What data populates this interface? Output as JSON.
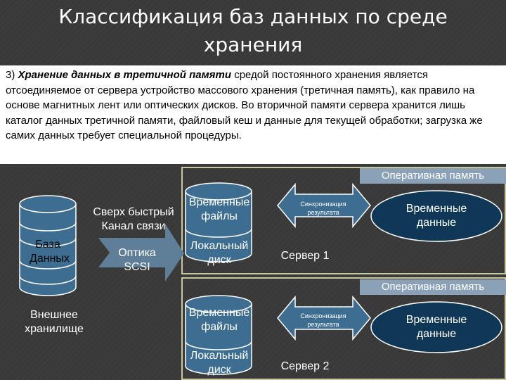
{
  "title": "Классификация баз данных по среде хранения",
  "paragraph": {
    "number": "3)",
    "emphasis": "Хранение данных в третичной памяти",
    "text": "средой постоянного хранения является отсоединяемое от сервера устройство массового хранения (третичная память), как правило на основе магнитных лент или оптических дисков. Во вторичной памяти сервера хранится лишь каталог данных третичной памяти, файловый кеш и данные для текущей обработки; загрузка же самих данных требует специальной процедуры."
  },
  "diagram": {
    "database_label": "База Данных",
    "external_storage_label": "Внешнее хранилище",
    "link_label": "Сверх быстрый Канал связи",
    "optics_label": "Оптика SCSI",
    "servers": [
      {
        "ram_label": "Оперативная память",
        "temp_files_label": "Временные файлы",
        "sync_label": "Синхронизация результата",
        "temp_data_label": "Временные данные",
        "local_disk_label": "Локальный диск",
        "server_label": "Сервер 1"
      },
      {
        "ram_label": "Оперативная память",
        "temp_files_label": "Временные файлы",
        "sync_label": "Синхронизация результата",
        "temp_data_label": "Временные данные",
        "local_disk_label": "Локальный диск",
        "server_label": "Сервер 2"
      }
    ],
    "colors": {
      "shape_fill": "#3d6e91",
      "ellipse_fill": "#0f3857",
      "frame_border": "#c8c89a",
      "ram_label_bg": "#8aa1b8",
      "optics_arrow": "#5f7f99"
    }
  }
}
